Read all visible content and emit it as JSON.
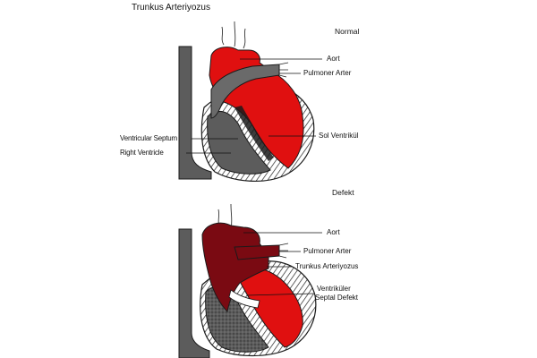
{
  "title": "Trunkus Arteriyozus",
  "normal": {
    "caption": "Normal",
    "labels": {
      "aorta": "Aort",
      "pulmonary_artery": "Pulmoner Arter",
      "left_ventricle": "Sol Ventrikül",
      "ventricular_septum": "Ventricular Septum",
      "right_ventricle": "Right Ventricle"
    }
  },
  "defect": {
    "caption": "Defekt",
    "labels": {
      "aorta": "Aort",
      "pulmonary_artery": "Pulmoner Arter",
      "truncus": "Trunkus Arteriyozus",
      "vsd_line1": "Ventriküler",
      "vsd_line2": "Septal Defekt"
    }
  },
  "colors": {
    "oxygenated": "#e01010",
    "deoxygenated": "#5c5c5c",
    "mixed": "#7a0a12",
    "outline": "#1a1a1a"
  }
}
